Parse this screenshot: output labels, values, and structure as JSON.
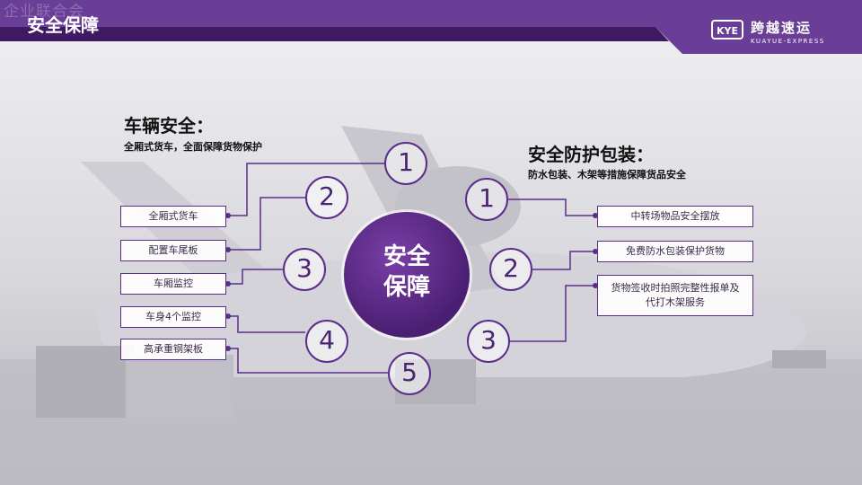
{
  "watermark": "企业联合会",
  "header": {
    "title": "安全保障"
  },
  "logo": {
    "badge": "KYE",
    "cn": "跨越速运",
    "en": "KUAYUE-EXPRESS"
  },
  "center": {
    "line1": "安全",
    "line2": "保障"
  },
  "left": {
    "title": "车辆安全：",
    "subtitle": "全厢式货车，全面保障货物保护",
    "items": [
      "全厢式货车",
      "配置车尾板",
      "车厢监控",
      "车身4个监控",
      "高承重钢架板"
    ],
    "numbers": [
      "1",
      "2",
      "3",
      "4",
      "5"
    ]
  },
  "right": {
    "title": "安全防护包装：",
    "subtitle": "防水包装、木架等措施保障货品安全",
    "items": [
      "中转场物品安全摆放",
      "免费防水包装保护货物",
      "货物签收时拍照完整性报单及代打木架服务"
    ],
    "numbers": [
      "1",
      "2",
      "3"
    ]
  },
  "colors": {
    "accent": "#5b2d8a",
    "header": "#6a3d96"
  }
}
